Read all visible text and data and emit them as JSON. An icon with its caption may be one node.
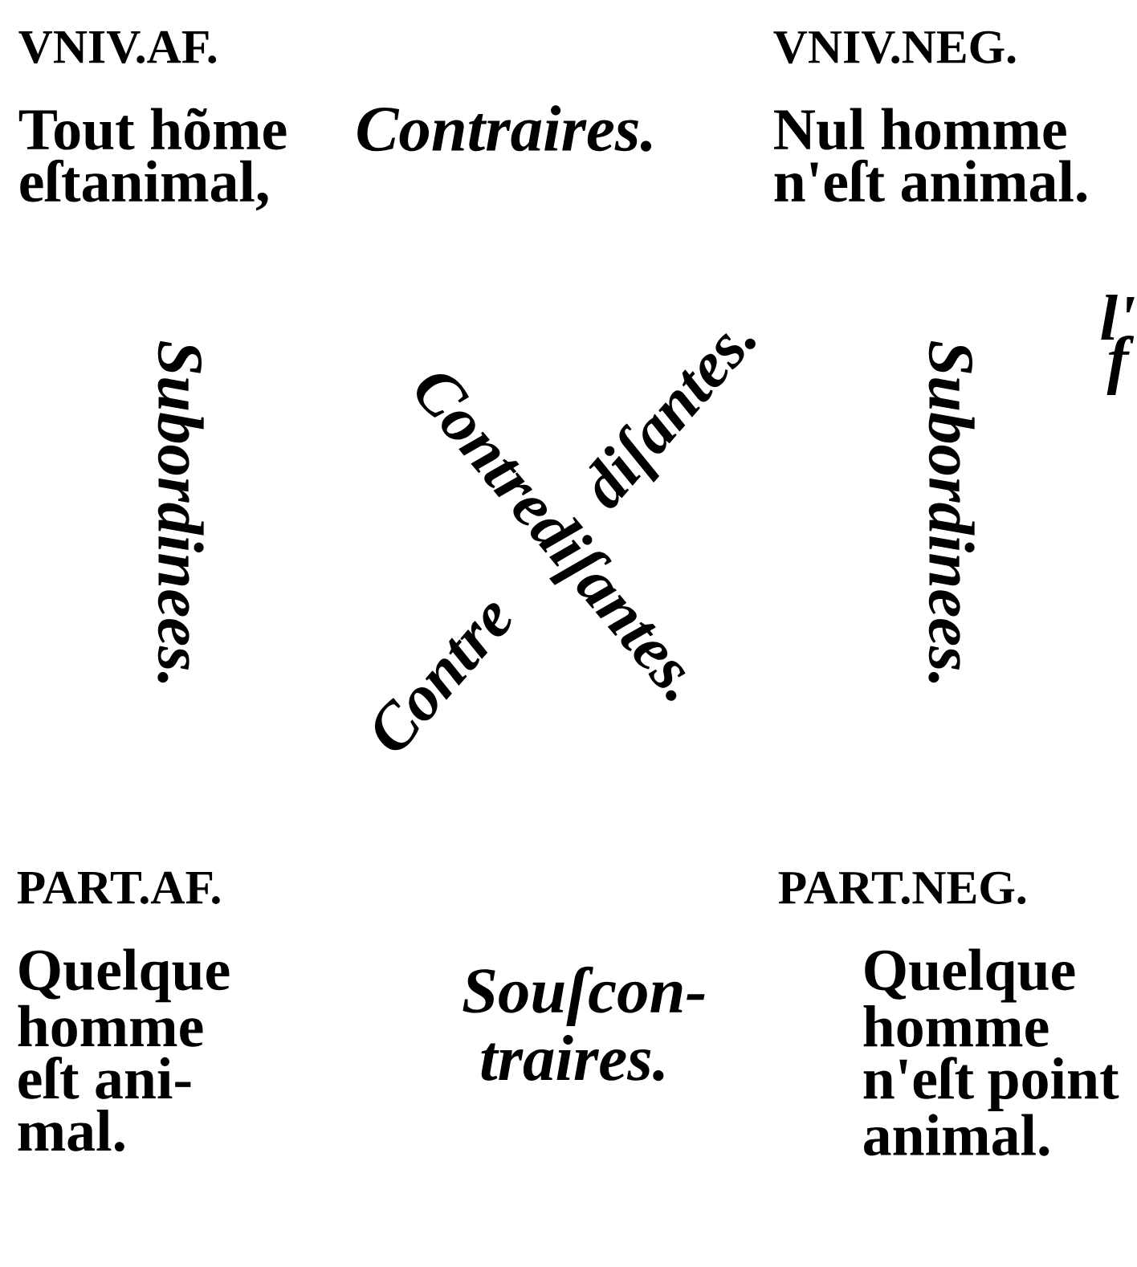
{
  "diagram": {
    "nodes": [
      {
        "text": [
          "VNIV.AF.",
          "Tout hõme eſtanimal,"
        ]
      },
      {
        "text": [
          "VNIV.NEG.",
          "Nul homme n'eſt animal."
        ]
      },
      {
        "text": [
          "PART.AF.",
          "Quelque homme eſt ani- mal."
        ]
      },
      {
        "text": [
          "PART.NEG.",
          "Quelque homme n'eſt point animal."
        ]
      }
    ],
    "labels": [
      "Contraires.",
      "l'",
      "f",
      "Subordinees.",
      "Contrediſantes.",
      "Contre diſantes.",
      "Subordinees.",
      "Souſcon- traires."
    ]
  }
}
